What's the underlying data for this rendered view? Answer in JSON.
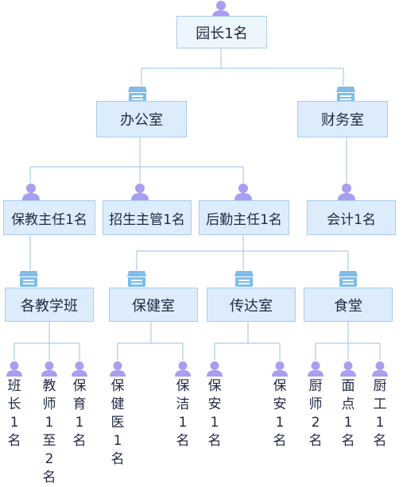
{
  "root": {
    "label": "园长1名"
  },
  "level1": {
    "office": "办公室",
    "finance": "财务室"
  },
  "level2": {
    "teaching_director": "保教主任1名",
    "admission_manager": "招生主管1名",
    "logistics_director": "后勤主任1名",
    "accountant": "会计1名"
  },
  "level3": {
    "classes": "各教学班",
    "health_room": "保健室",
    "reception": "传达室",
    "canteen": "食堂"
  },
  "staff": {
    "monitor": "班长1名",
    "teachers": "教师1至2名",
    "caregiver": "保育1名",
    "doctor": "保健医1名",
    "cleaner": "保洁1名",
    "guard1": "保安1名",
    "guard2": "保安1名",
    "chef": "厨师2名",
    "pastry": "面点1名",
    "kitchen_worker": "厨工1名"
  },
  "colors": {
    "box_fill": "#dcecfb",
    "box_border": "#a9cdee",
    "line": "#a9cdee",
    "person_icon": "#a99ef0",
    "dept_icon": "#7fbde8"
  }
}
